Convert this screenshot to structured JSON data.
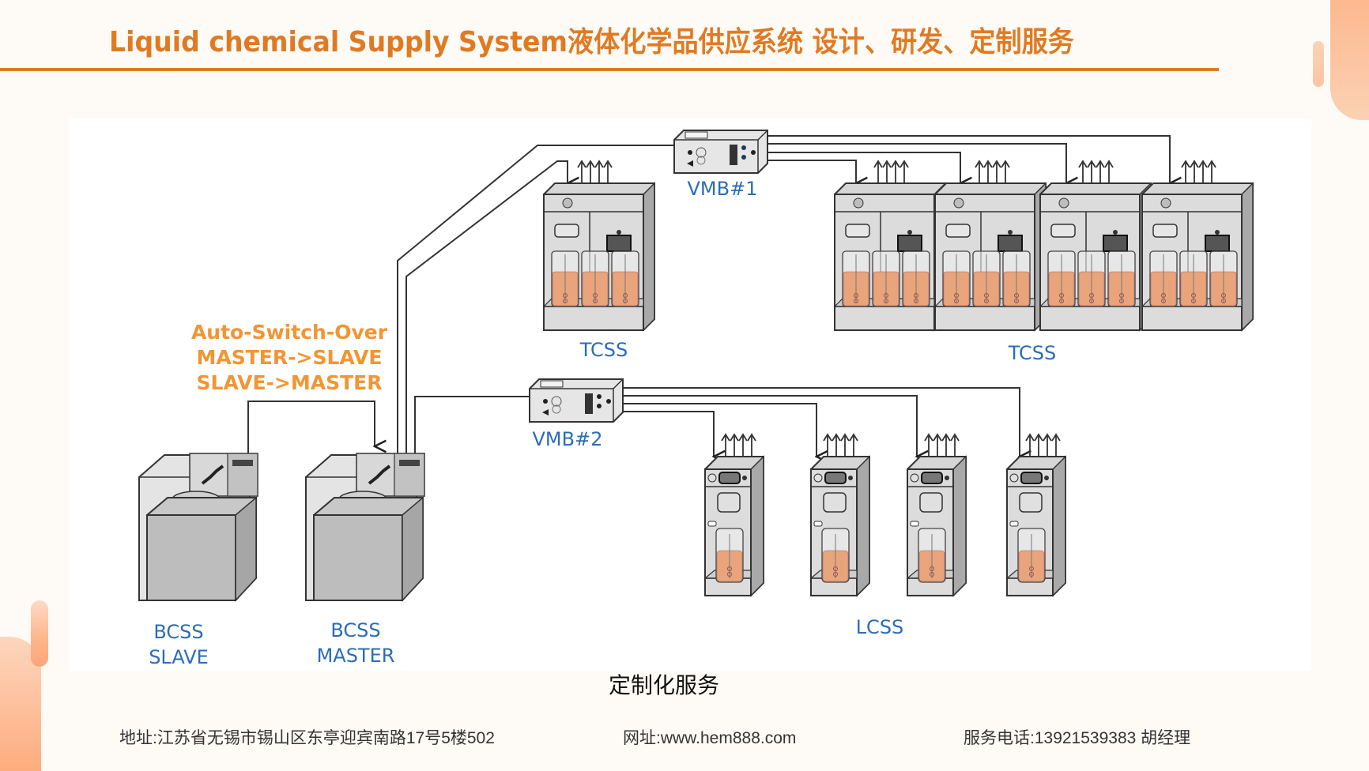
{
  "header": {
    "title": "Liquid chemical Supply System液体化学品供应系统 设计、研发、定制服务",
    "accent_color": "#e07a22"
  },
  "diagram": {
    "annotation": {
      "lines": [
        "Auto-Switch-Over",
        "MASTER->SLAVE",
        "SLAVE->MASTER"
      ],
      "color": "#f29532"
    },
    "label_color": "#2b6cb8",
    "vmb1": {
      "label": "VMB#1"
    },
    "vmb2": {
      "label": "VMB#2"
    },
    "tcss_single": {
      "label": "TCSS"
    },
    "tcss_group": {
      "label": "TCSS",
      "unit_count": 4
    },
    "lcss_group": {
      "label": "LCSS",
      "unit_count": 4
    },
    "bcss_slave": {
      "label_line1": "BCSS",
      "label_line2": "SLAVE"
    },
    "bcss_master": {
      "label_line1": "BCSS",
      "label_line2": "MASTER"
    },
    "chemical_color": "#e9a47c"
  },
  "caption": "定制化服务",
  "footer": {
    "address": "地址:江苏省无锡市锡山区东亭迎宾南路17号5楼502",
    "website": "网址:www.hem888.com",
    "phone": "服务电话:13921539383 胡经理"
  }
}
